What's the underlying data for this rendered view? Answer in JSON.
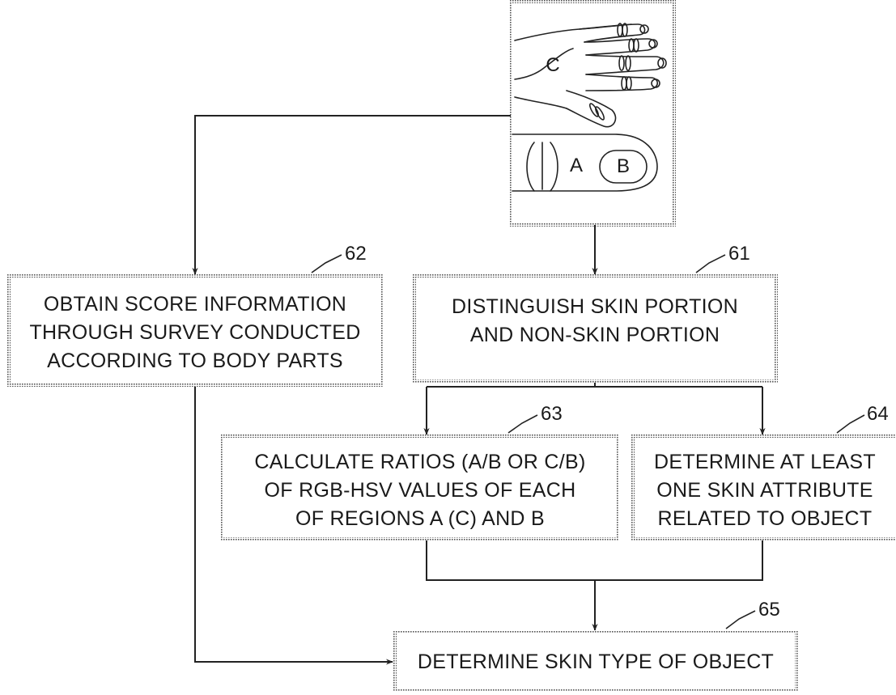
{
  "diagram": {
    "image": {
      "region_labels": [
        "C",
        "A",
        "B"
      ]
    },
    "boxes": [
      {
        "id": "61",
        "ref": "61",
        "lines": [
          "DISTINGUISH SKIN PORTION",
          "AND NON-SKIN PORTION"
        ]
      },
      {
        "id": "62",
        "ref": "62",
        "lines": [
          "OBTAIN SCORE INFORMATION",
          "THROUGH SURVEY CONDUCTED",
          "ACCORDING TO BODY PARTS"
        ]
      },
      {
        "id": "63",
        "ref": "63",
        "lines": [
          "CALCULATE RATIOS (A/B OR C/B)",
          "OF RGB-HSV VALUES OF EACH",
          "OF REGIONS A (C) AND B"
        ]
      },
      {
        "id": "64",
        "ref": "64",
        "lines": [
          "DETERMINE AT LEAST",
          "ONE SKIN ATTRIBUTE",
          "RELATED TO OBJECT"
        ]
      },
      {
        "id": "65",
        "ref": "65",
        "lines": [
          "DETERMINE SKIN TYPE OF OBJECT"
        ]
      }
    ]
  }
}
